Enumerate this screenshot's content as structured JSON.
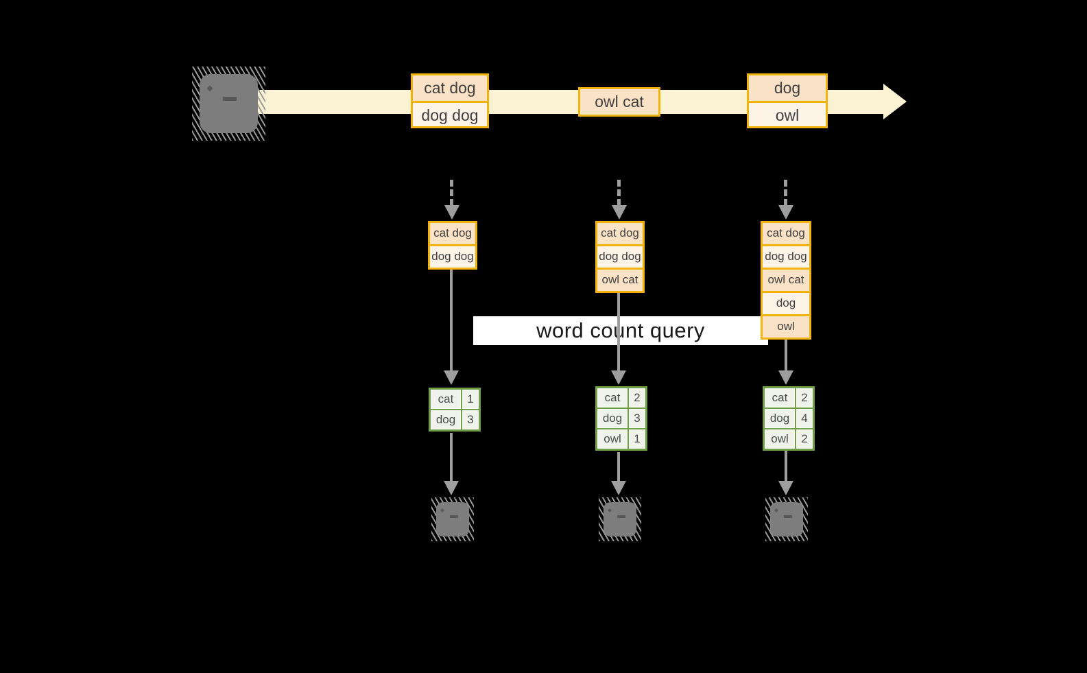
{
  "canvas": {
    "background": "#000000"
  },
  "colors": {
    "accent_gold": "#f2b30d",
    "peach_fill": "#fae2c6",
    "cream_fill": "#fdf4e7",
    "stream_fill": "#faf2d2",
    "arrow_gray": "#9e9e9e",
    "terminal_gray": "#7d7d7d",
    "table_green": "#6fa047",
    "table_cell": "#eff3eb"
  },
  "query_banner": {
    "label": "word count query"
  },
  "icons": {
    "source": "terminal-icon",
    "sinks": [
      "terminal-icon",
      "terminal-icon",
      "terminal-icon"
    ]
  },
  "stream_events": {
    "group1": {
      "row1": "cat dog",
      "row2": "dog dog"
    },
    "group2": {
      "row1": "owl cat"
    },
    "group3": {
      "row1": "dog",
      "row2": "owl"
    }
  },
  "pipelines": [
    {
      "buffer": [
        "cat dog",
        "dog dog"
      ],
      "counts": [
        {
          "word": "cat",
          "count": "1"
        },
        {
          "word": "dog",
          "count": "3"
        }
      ]
    },
    {
      "buffer": [
        "cat dog",
        "dog dog",
        "owl cat"
      ],
      "counts": [
        {
          "word": "cat",
          "count": "2"
        },
        {
          "word": "dog",
          "count": "3"
        },
        {
          "word": "owl",
          "count": "1"
        }
      ]
    },
    {
      "buffer": [
        "cat dog",
        "dog dog",
        "owl cat",
        "dog",
        "owl"
      ],
      "counts": [
        {
          "word": "cat",
          "count": "2"
        },
        {
          "word": "dog",
          "count": "4"
        },
        {
          "word": "owl",
          "count": "2"
        }
      ]
    }
  ]
}
